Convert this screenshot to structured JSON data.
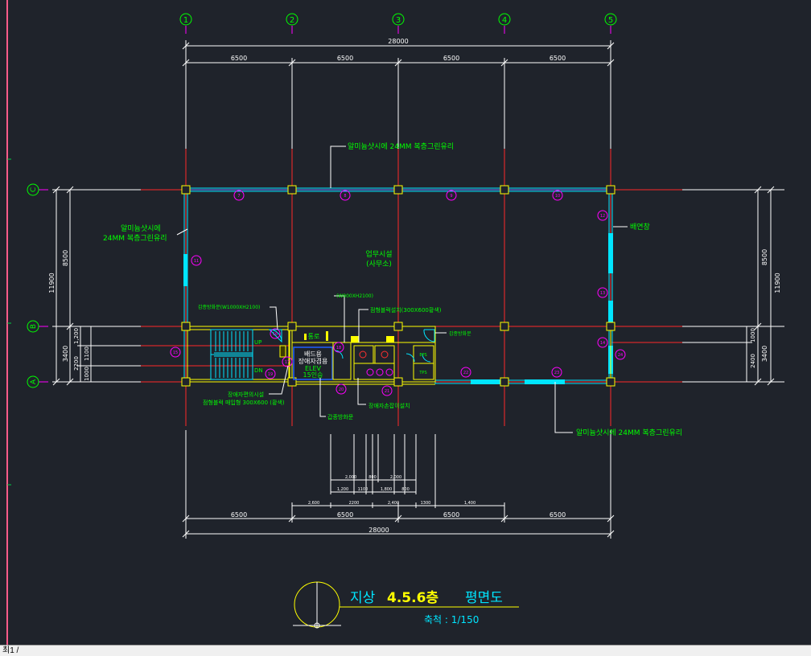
{
  "drawing": {
    "grid_columns": [
      "1",
      "2",
      "3",
      "4",
      "5"
    ],
    "grid_rows": [
      "C",
      "B",
      "A"
    ],
    "overall_width": "28000",
    "bay_widths": [
      "6500",
      "6500",
      "6500",
      "6500"
    ],
    "left_dims": {
      "total": "11900",
      "upper": "8500",
      "lower": "3400",
      "small_a": "1,200",
      "small_b": "2200",
      "small_c": "1100",
      "small_d": "1000"
    },
    "right_dims": {
      "total": "11900",
      "upper": "8500",
      "lower": "3400",
      "small_a": "1000",
      "small_b": "2400"
    },
    "labels": {
      "glass_top": "알미늄샷시에  24MM  복층그린유리",
      "glass_left_1": "알미늄샷시에",
      "glass_left_2": "24MM  복층그린유리",
      "glass_bottom": "알미늄샷시에  24MM  복층그린유리",
      "smoke_window": "배연창",
      "office_1": "업무시설",
      "office_2": "(사무소)",
      "corridor": "통로",
      "disabled_lift_1": "배드용",
      "disabled_lift_2": "장애자겸용",
      "elev_1": "ELEV",
      "elev_2": "15인승",
      "fire_door_left": "갑종방화문(W1000XH2100)",
      "fire_door_right": "갑종방화문",
      "door_spec": "(W900XH2100)",
      "tactile_spec": "점형블럭설치(300X600황색)",
      "up": "UP",
      "dn": "DN",
      "disabled_conv_1": "장애자편의시설",
      "disabled_conv_2": "점형블럭  매입형  300X600  (황색)",
      "fire_door_bottom": "갑종방화문",
      "handrail": "장애자손잡이설치",
      "eps": "EPS",
      "tps": "TPS"
    },
    "bottom_small_dims_row1": [
      "2,000",
      "800",
      "2,000"
    ],
    "bottom_small_dims_row2": [
      "1,200",
      "1100",
      "1,800",
      "800"
    ],
    "bottom_small_dims_row3": [
      "2,600",
      "2200",
      "2,400",
      "1300",
      "1,400"
    ],
    "column_tags": [
      "7",
      "8",
      "9",
      "10",
      "11",
      "12",
      "13",
      "14",
      "15",
      "16",
      "17",
      "18",
      "19",
      "20",
      "21",
      "22",
      "23",
      "24"
    ]
  },
  "title_block": {
    "title_prefix": "지상",
    "title_floors": "4.5.6층",
    "title_suffix": "평면도",
    "scale": "축척 : 1/150"
  },
  "tabbar": {
    "label": "최1 /"
  },
  "colors": {
    "background": "#1f232b",
    "grid_line": "#ff2a2a",
    "dimension": "#ffffff",
    "wall": "#ffff00",
    "glass": "#00e5ff",
    "text": "#00ff00",
    "tag": "#ff00ff"
  }
}
